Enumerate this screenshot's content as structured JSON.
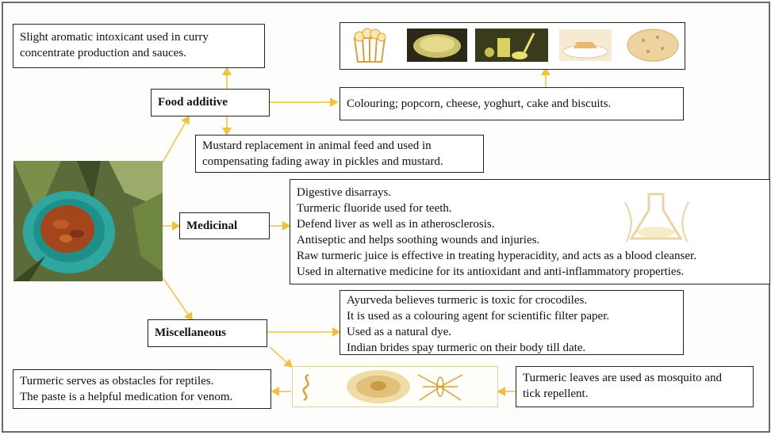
{
  "nodes": {
    "food_additive": "Food additive",
    "medicinal": "Medicinal",
    "miscellaneous": "Miscellaneous"
  },
  "boxes": {
    "curry": [
      "Slight aromatic intoxicant used in curry",
      "concentrate production and sauces."
    ],
    "colouring": [
      "Colouring; popcorn, cheese, yoghurt, cake and biscuits."
    ],
    "mustard": [
      "Mustard replacement in animal feed and used in",
      "compensating fading away in pickles and mustard."
    ],
    "medicinal_uses": [
      "Digestive  disarrays.",
      "Turmeric fluoride used for teeth.",
      "Defend liver as well as in atherosclerosis.",
      "Antiseptic and helps soothing wounds and injuries.",
      "Raw turmeric juice is effective in treating hyperacidity, and acts as a blood cleanser.",
      "Used in alternative medicine for its antioxidant and anti-inflammatory properties."
    ],
    "misc_uses": [
      "Ayurveda believes turmeric is toxic for crocodiles.",
      "It is used as a colouring agent for scientific filter paper.",
      "Used as a natural dye.",
      "Indian brides spay turmeric on their body till date."
    ],
    "reptiles": [
      "Turmeric serves as obstacles for reptiles.",
      "The paste is a helpful medication for venom."
    ],
    "mosquito": [
      "Turmeric leaves are used as mosquito and",
      "tick repellent."
    ]
  },
  "icons": [
    "popcorn-icon",
    "cheese-icon",
    "yoghurt-icon",
    "cake-icon",
    "biscuit-icon",
    "medicine-flask-icon",
    "snake-icon",
    "turmeric-root-icon",
    "mosquito-icon",
    "turmeric-photo"
  ],
  "colors": {
    "arrow": "#f0c040",
    "icon_gold": "#d9b25a",
    "border": "#222222",
    "frame": "#6a6a6a"
  }
}
